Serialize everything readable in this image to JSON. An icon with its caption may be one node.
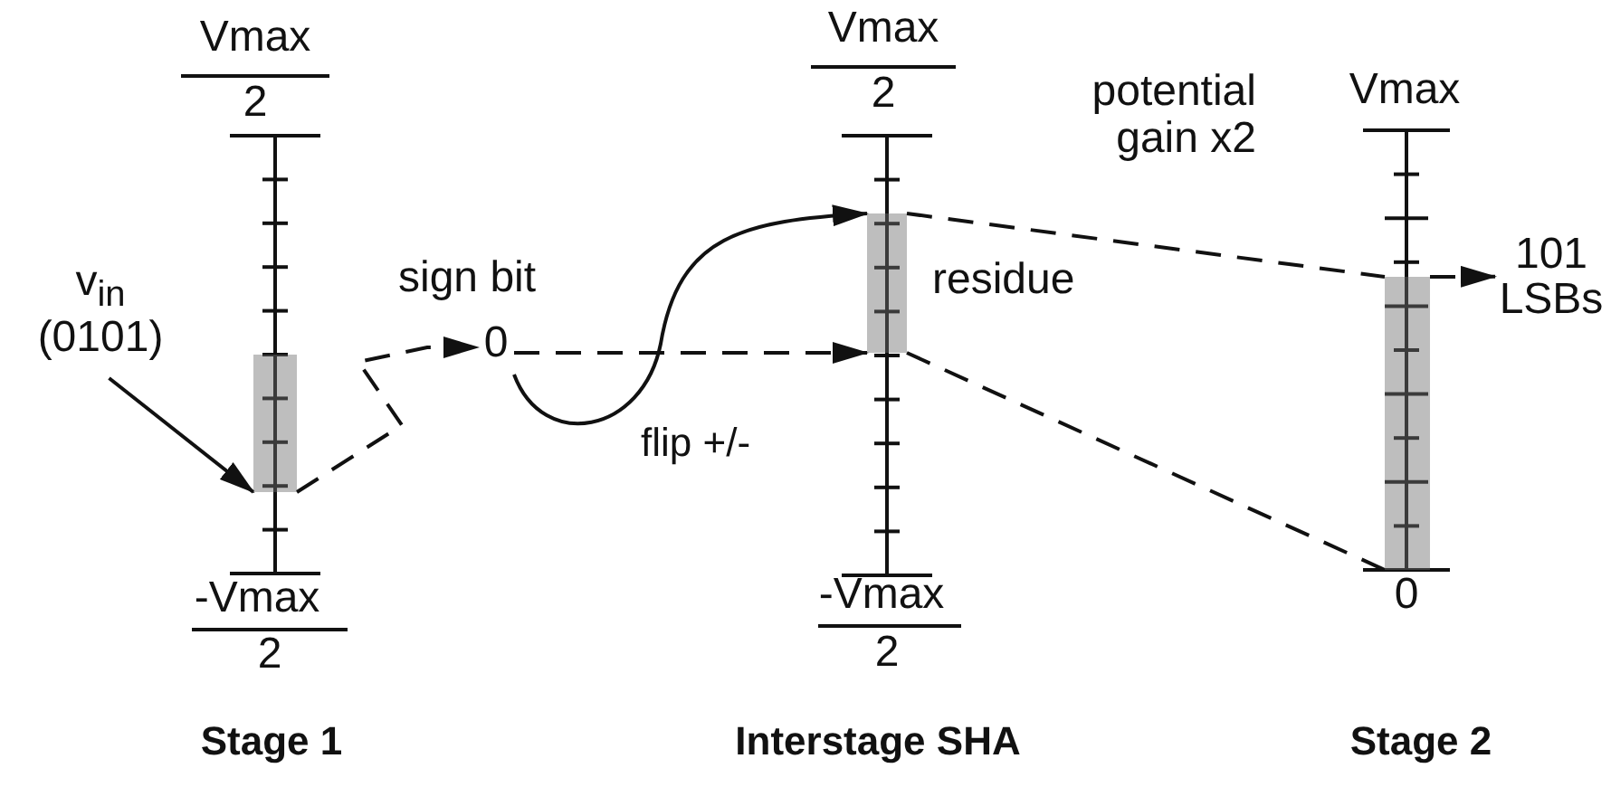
{
  "diagram": {
    "nodes": [
      {
        "text": [
          "v$_{in}$ (0101)"
        ]
      },
      {
        "text": [],
        "shape": "bar"
      },
      {
        "text": [
          "0"
        ],
        "beside": [
          "sign bit"
        ]
      },
      {
        "text": [],
        "shape": "bar"
      },
      {
        "text": [],
        "shape": "bar"
      },
      {
        "text": [
          "101 LSBs"
        ]
      }
    ],
    "edges": [
      {
        "from": 0,
        "to": 1,
        "arrow": "to"
      },
      {
        "from": 1,
        "to": 2,
        "arrow": "to",
        "style": "dashed"
      },
      {
        "from": 2,
        "to": 3,
        "arrow": "to",
        "style": "dashed"
      },
      {
        "from": 2,
        "to": 3,
        "arrow": "to",
        "label": "flip +/-"
      },
      {
        "from": 3,
        "to": 4,
        "arrow": "none",
        "style": "dashed"
      },
      {
        "from": 3,
        "to": 4,
        "arrow": "none",
        "style": "dashed"
      },
      {
        "from": 4,
        "to": 5,
        "arrow": "to",
        "style": "dashed"
      }
    ],
    "labels": [
      "Vmax",
      "2",
      "Vmax",
      "2",
      "potential gain x2",
      "Vmax",
      "residue",
      "-Vmax",
      "2",
      "-Vmax",
      "2",
      "0",
      "Stage 1",
      "Interstage SHA",
      "Stage 2"
    ]
  }
}
